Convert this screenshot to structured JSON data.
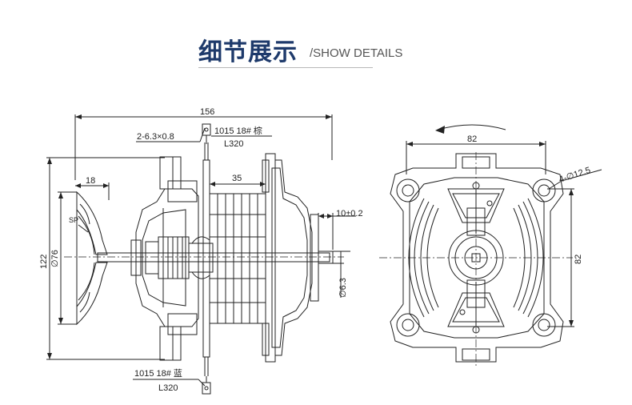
{
  "header": {
    "title_cn": "细节展示",
    "title_en": "/SHOW DETAILS"
  },
  "drawing": {
    "left_view": {
      "dim_total_length": "156",
      "dim_fan_depth": "18",
      "dim_stack": "35",
      "dim_shaft_ext": "10±0.2",
      "dim_shaft_dia": "∅6.3",
      "dim_height": "122",
      "dim_fan_dia": "∅76",
      "fan_label": "SP",
      "terminal_spec": "2-6.3×0.8",
      "lead_top_spec": "1015 18# 棕",
      "lead_top_len": "L320",
      "lead_bottom_spec": "1015 18# 蓝",
      "lead_bottom_len": "L320"
    },
    "right_view": {
      "dim_width": "82",
      "dim_height": "82",
      "dim_holes": "4-∅12.5"
    },
    "line_color": "#222222"
  }
}
